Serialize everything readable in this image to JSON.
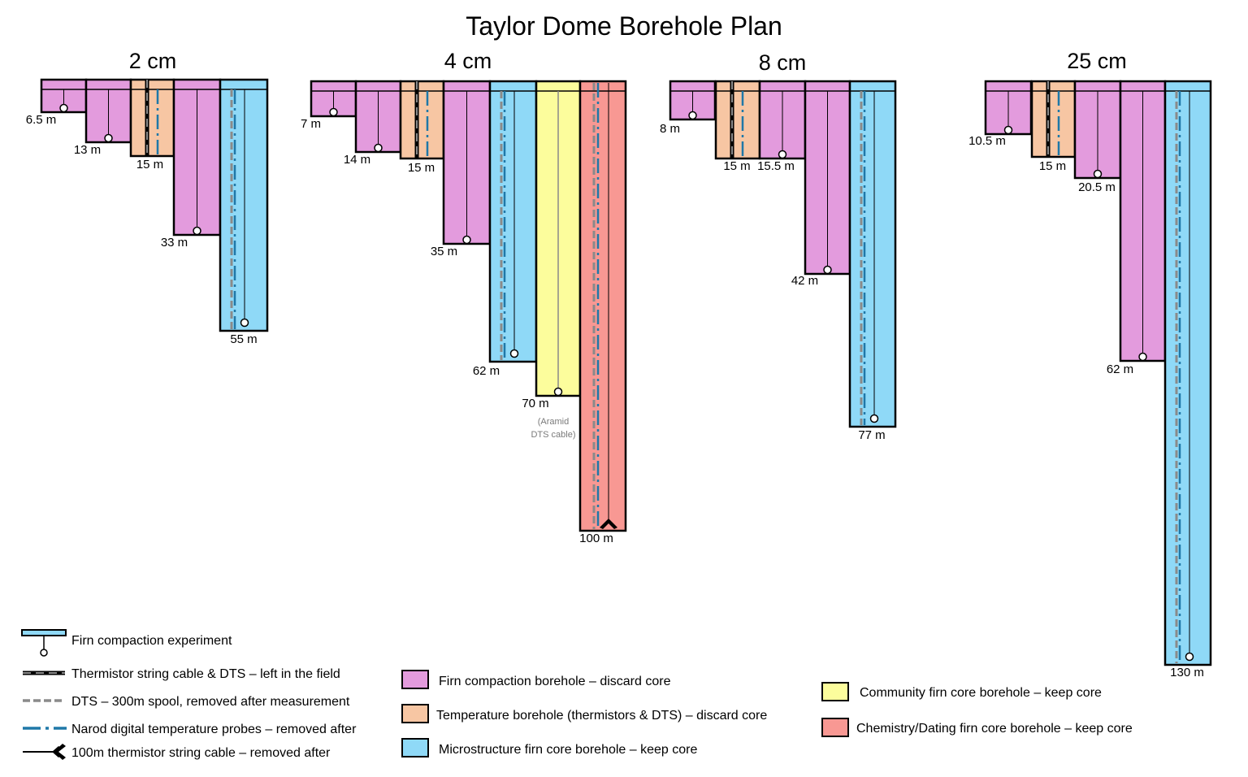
{
  "title": "Taylor Dome Borehole Plan",
  "colors": {
    "firn": "#E39BDD",
    "temperature": "#F7C6A3",
    "microstructure": "#8FD9F7",
    "community": "#FCFD9C",
    "chemistry": "#F89893",
    "outline": "#000000",
    "narod": "#1F78A8",
    "dts": "#8A8A8A"
  },
  "groups": [
    {
      "label": "2 cm",
      "boreholes": [
        {
          "kind": "firn",
          "depth": "6.5 m"
        },
        {
          "kind": "firn",
          "depth": "13 m"
        },
        {
          "kind": "temperature",
          "depth": "15 m"
        },
        {
          "kind": "firn",
          "depth": "33 m"
        },
        {
          "kind": "microstructure",
          "depth": "55 m"
        }
      ]
    },
    {
      "label": "4 cm",
      "boreholes": [
        {
          "kind": "firn",
          "depth": "7 m"
        },
        {
          "kind": "firn",
          "depth": "14 m"
        },
        {
          "kind": "temperature",
          "depth": "15 m"
        },
        {
          "kind": "firn",
          "depth": "35 m"
        },
        {
          "kind": "microstructure",
          "depth": "62 m"
        },
        {
          "kind": "community",
          "depth": "70 m",
          "note_line1": "(Aramid",
          "note_line2": "DTS cable)"
        },
        {
          "kind": "chemistry",
          "depth": "100 m"
        }
      ]
    },
    {
      "label": "8 cm",
      "boreholes": [
        {
          "kind": "firn",
          "depth": "8 m"
        },
        {
          "kind": "temperature",
          "depth": "15 m"
        },
        {
          "kind": "firn",
          "depth": "15.5 m"
        },
        {
          "kind": "firn",
          "depth": "42 m"
        },
        {
          "kind": "microstructure",
          "depth": "77 m"
        }
      ]
    },
    {
      "label": "25 cm",
      "boreholes": [
        {
          "kind": "firn",
          "depth": "10.5 m"
        },
        {
          "kind": "temperature",
          "depth": "15 m"
        },
        {
          "kind": "firn",
          "depth": "20.5 m"
        },
        {
          "kind": "firn",
          "depth": "62 m"
        },
        {
          "kind": "microstructure",
          "depth": "130 m"
        }
      ]
    }
  ],
  "line_legend": [
    {
      "icon": "firn-compaction-experiment-icon",
      "text": "Firn compaction experiment"
    },
    {
      "icon": "thermistor-dts-cable-icon",
      "text": "Thermistor string cable & DTS – left in the field"
    },
    {
      "icon": "dts-spool-icon",
      "text": "DTS – 300m spool, removed after measurement"
    },
    {
      "icon": "narod-probe-icon",
      "text": "Narod digital temperature probes – removed after"
    },
    {
      "icon": "thermistor-100m-cable-icon",
      "text": "100m thermistor string cable – removed after"
    }
  ],
  "color_legend": [
    {
      "kind": "firn",
      "text": "Firn compaction borehole – discard core"
    },
    {
      "kind": "temperature",
      "text": "Temperature borehole (thermistors & DTS) – discard core"
    },
    {
      "kind": "microstructure",
      "text": "Microstructure firn core borehole – keep core"
    },
    {
      "kind": "community",
      "text": "Community firn core borehole – keep core"
    },
    {
      "kind": "chemistry",
      "text": "Chemistry/Dating firn core borehole – keep core"
    }
  ]
}
